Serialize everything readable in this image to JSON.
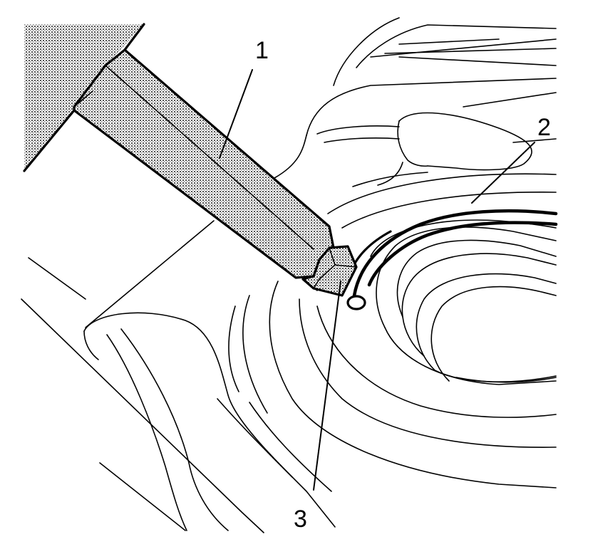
{
  "diagram": {
    "callouts": [
      {
        "id": "1",
        "label": "1"
      },
      {
        "id": "2",
        "label": "2"
      },
      {
        "id": "3",
        "label": "3"
      }
    ],
    "colors": {
      "line": "#000000",
      "tool_fill": "#b8b8b8",
      "background": "#ffffff"
    }
  }
}
